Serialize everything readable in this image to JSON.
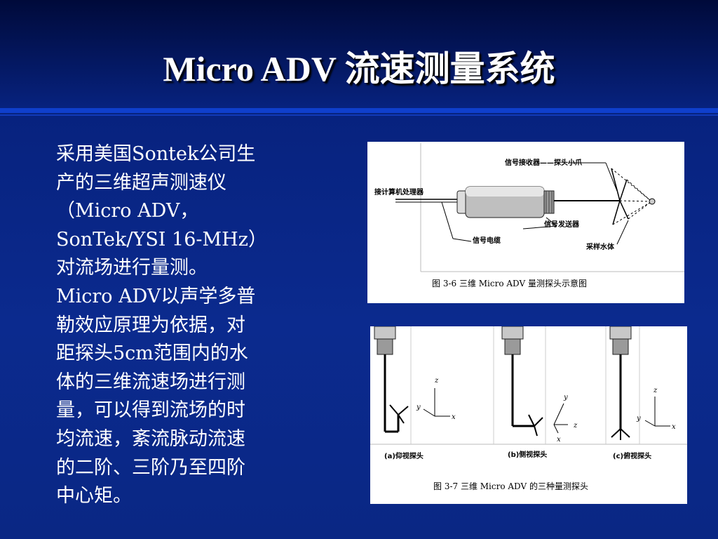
{
  "slide": {
    "title": "Micro ADV 流速测量系统",
    "body_lines": [
      "采用美国Sontek公司生",
      "产的三维超声测速仪",
      "（Micro ADV，",
      "SonTek/YSI 16-MHz）",
      "对流场进行量测。",
      "Micro ADV以声学多普",
      "勒效应原理为依据，对",
      "距探头5cm范围内的水",
      "体的三维流速场进行测",
      "量，可以得到流场的时",
      "均流速，紊流脉动流速",
      "的二阶、三阶乃至四阶",
      "中心矩。"
    ]
  },
  "figure1": {
    "label_receiver": "信号接收器——探头小爪",
    "label_computer": "接计算机处理器",
    "label_transmitter": "信号发送器",
    "label_cable": "信号电缆",
    "label_sample": "采样水体",
    "caption": "图 3-6  三维 Micro ADV 量测探头示意图"
  },
  "figure2": {
    "probe_a_label": "(a)仰视探头",
    "probe_b_label": "(b)侧视探头",
    "probe_c_label": "(c)俯视探头",
    "axis_x": "x",
    "axis_y": "y",
    "axis_z": "z",
    "caption": "图 3-7  三维 Micro ADV 的三种量测探头"
  }
}
